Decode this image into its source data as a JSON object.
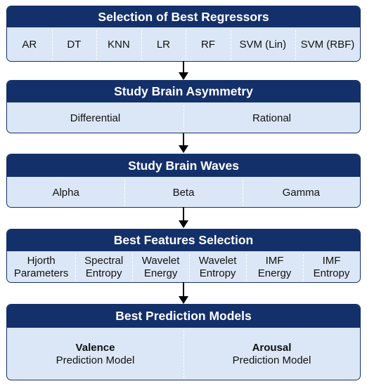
{
  "blocks": [
    {
      "title": "Selection of Best Regressors",
      "items": [
        [
          "AR"
        ],
        [
          "DT"
        ],
        [
          "KNN"
        ],
        [
          "LR"
        ],
        [
          "RF"
        ],
        [
          "SVM (Lin)"
        ],
        [
          "SVM (RBF)"
        ]
      ]
    },
    {
      "title": "Study Brain Asymmetry",
      "items": [
        [
          "Differential"
        ],
        [
          "Rational"
        ]
      ]
    },
    {
      "title": "Study Brain Waves",
      "items": [
        [
          "Alpha"
        ],
        [
          "Beta"
        ],
        [
          "Gamma"
        ]
      ]
    },
    {
      "title": "Best Features Selection",
      "items": [
        [
          "Hjorth",
          "Parameters"
        ],
        [
          "Spectral",
          "Entropy"
        ],
        [
          "Wavelet",
          "Energy"
        ],
        [
          "Wavelet",
          "Entropy"
        ],
        [
          "IMF",
          "Energy"
        ],
        [
          "IMF",
          "Entropy"
        ]
      ]
    },
    {
      "title": "Best Prediction Models",
      "items": [
        [
          "Valence",
          "Prediction Model"
        ],
        [
          "Arousal",
          "Prediction Model"
        ]
      ]
    }
  ],
  "colors": {
    "header": "#14306a",
    "body": "#dbe7f6",
    "arrow": "#000000"
  }
}
